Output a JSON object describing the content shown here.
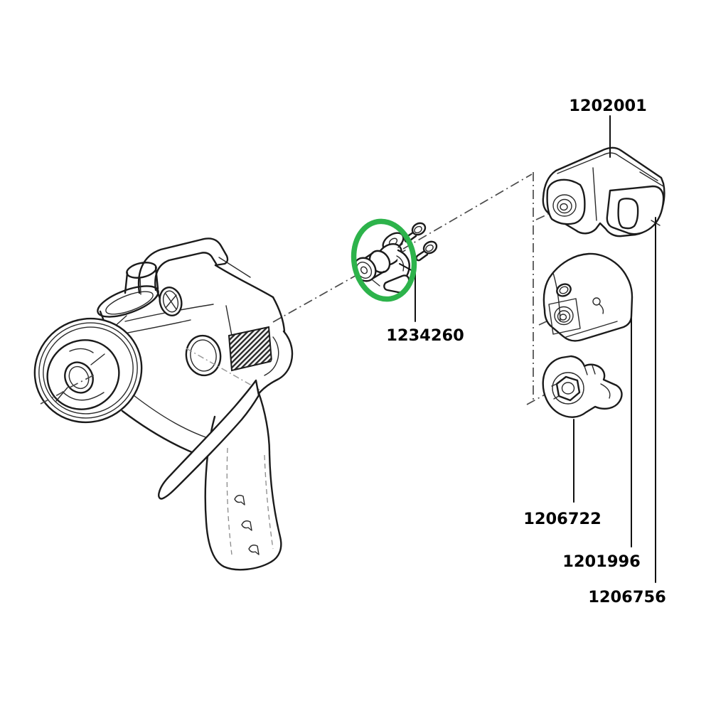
{
  "diagram": {
    "kind": "exploded-parts-diagram",
    "background_color": "#ffffff",
    "line_color": "#1b1b1b",
    "highlight_color": "#2db34b",
    "highlighted_part_number": "1234260"
  },
  "parts": [
    {
      "number": "1202001"
    },
    {
      "number": "1234260"
    },
    {
      "number": "1206722"
    },
    {
      "number": "1201996"
    },
    {
      "number": "1206756"
    }
  ]
}
